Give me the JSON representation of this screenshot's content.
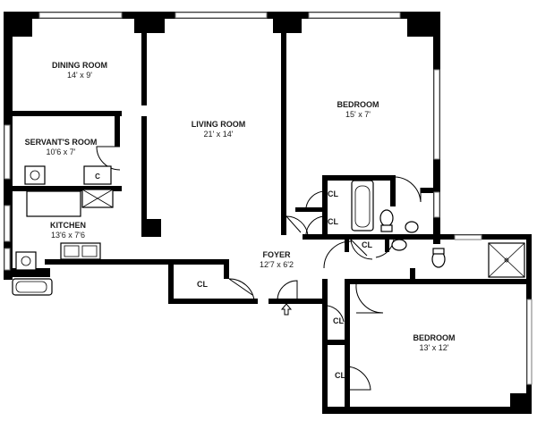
{
  "plan": {
    "rooms": {
      "dining": {
        "name": "DINING ROOM",
        "dims": "14' x 9'"
      },
      "living": {
        "name": "LIVING ROOM",
        "dims": "21' x 14'"
      },
      "bedroom1": {
        "name": "BEDROOM",
        "dims": "15' x 7'"
      },
      "servant": {
        "name": "SERVANT'S ROOM",
        "dims": "10'6 x 7'"
      },
      "kitchen": {
        "name": "KITCHEN",
        "dims": "13'6 x 7'6"
      },
      "foyer": {
        "name": "FOYER",
        "dims": "12'7 x 6'2"
      },
      "bedroom2": {
        "name": "BEDROOM",
        "dims": "13' x 12'"
      }
    },
    "closet_label": "CL"
  }
}
